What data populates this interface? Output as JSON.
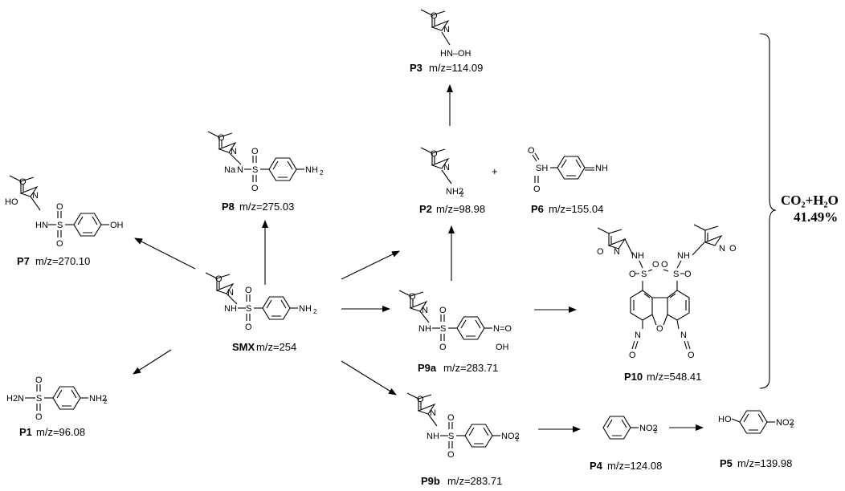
{
  "title": "",
  "compounds": [
    {
      "id": "SMX",
      "mz": "m/z=254",
      "substituent": "NH2",
      "ring_subst": ""
    },
    {
      "id": "P1",
      "mz": "m/z=96.08",
      "substituent": "NH2",
      "ring_subst": ""
    },
    {
      "id": "P2",
      "mz": "m/z=98.98",
      "substituent": "NH2",
      "ring_subst": ""
    },
    {
      "id": "P3",
      "mz": "m/z=114.09",
      "substituent": "HN–OH",
      "ring_subst": ""
    },
    {
      "id": "P4",
      "mz": "m/z=124.08",
      "substituent": "NO2",
      "ring_subst": ""
    },
    {
      "id": "P5",
      "mz": "m/z=139.98",
      "substituent": "NO2",
      "ring_subst": "HO"
    },
    {
      "id": "P6",
      "mz": "m/z=155.04",
      "substituent": "NH",
      "ring_subst": "SH"
    },
    {
      "id": "P7",
      "mz": "m/z=270.10",
      "substituent": "OH",
      "ring_subst": "HO"
    },
    {
      "id": "P8",
      "mz": "m/z=275.03",
      "substituent": "NH2",
      "ring_subst": "Na"
    },
    {
      "id": "P9a",
      "mz": "m/z=283.71",
      "substituent": "N=O",
      "ring_subst": "OH"
    },
    {
      "id": "P9b",
      "mz": "m/z=283.71",
      "substituent": "NO2",
      "ring_subst": ""
    },
    {
      "id": "P10",
      "mz": "m/z=548.41",
      "substituent": "N=O",
      "ring_subst": ""
    }
  ],
  "atoms": {
    "N": "N",
    "O": "O",
    "S": "S",
    "NH": "NH",
    "HN": "HN",
    "H2N": "H2N",
    "OH": "OH",
    "HO": "HO",
    "NH2": "NH",
    "NO2": "NO",
    "Na": "Na",
    "sub2": "2",
    "HN_OH": "HN–OH",
    "SH": "SH",
    "NO_dbl": "N"
  },
  "plus": "+",
  "mineralization": {
    "line1": "CO₂+H₂O",
    "line2": "41.49%"
  }
}
